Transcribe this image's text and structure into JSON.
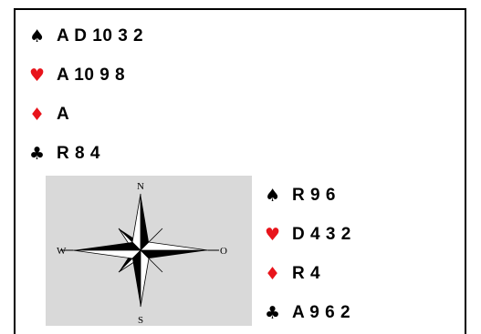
{
  "north_hand": [
    {
      "suit_icon": "♠",
      "suit": "spades",
      "cards": "A D 10 3 2"
    },
    {
      "suit_icon": "♥",
      "suit": "hearts",
      "cards": "A 10 9 8"
    },
    {
      "suit_icon": "♦",
      "suit": "diamonds",
      "cards": "A"
    },
    {
      "suit_icon": "♣",
      "suit": "clubs",
      "cards": "R 8 4"
    }
  ],
  "east_hand": [
    {
      "suit_icon": "♠",
      "suit": "spades",
      "cards": "R 9 6"
    },
    {
      "suit_icon": "♥",
      "suit": "hearts",
      "cards": "D 4 3 2"
    },
    {
      "suit_icon": "♦",
      "suit": "diamonds",
      "cards": "R 4"
    },
    {
      "suit_icon": "♣",
      "suit": "clubs",
      "cards": "A 9 6 2"
    }
  ],
  "compass": {
    "n": "N",
    "s": "S",
    "w": "W",
    "e": "O"
  },
  "colors": {
    "red_suit": "#e8141b",
    "black_suit": "#000000",
    "compass_bg": "#d9d9d9"
  }
}
